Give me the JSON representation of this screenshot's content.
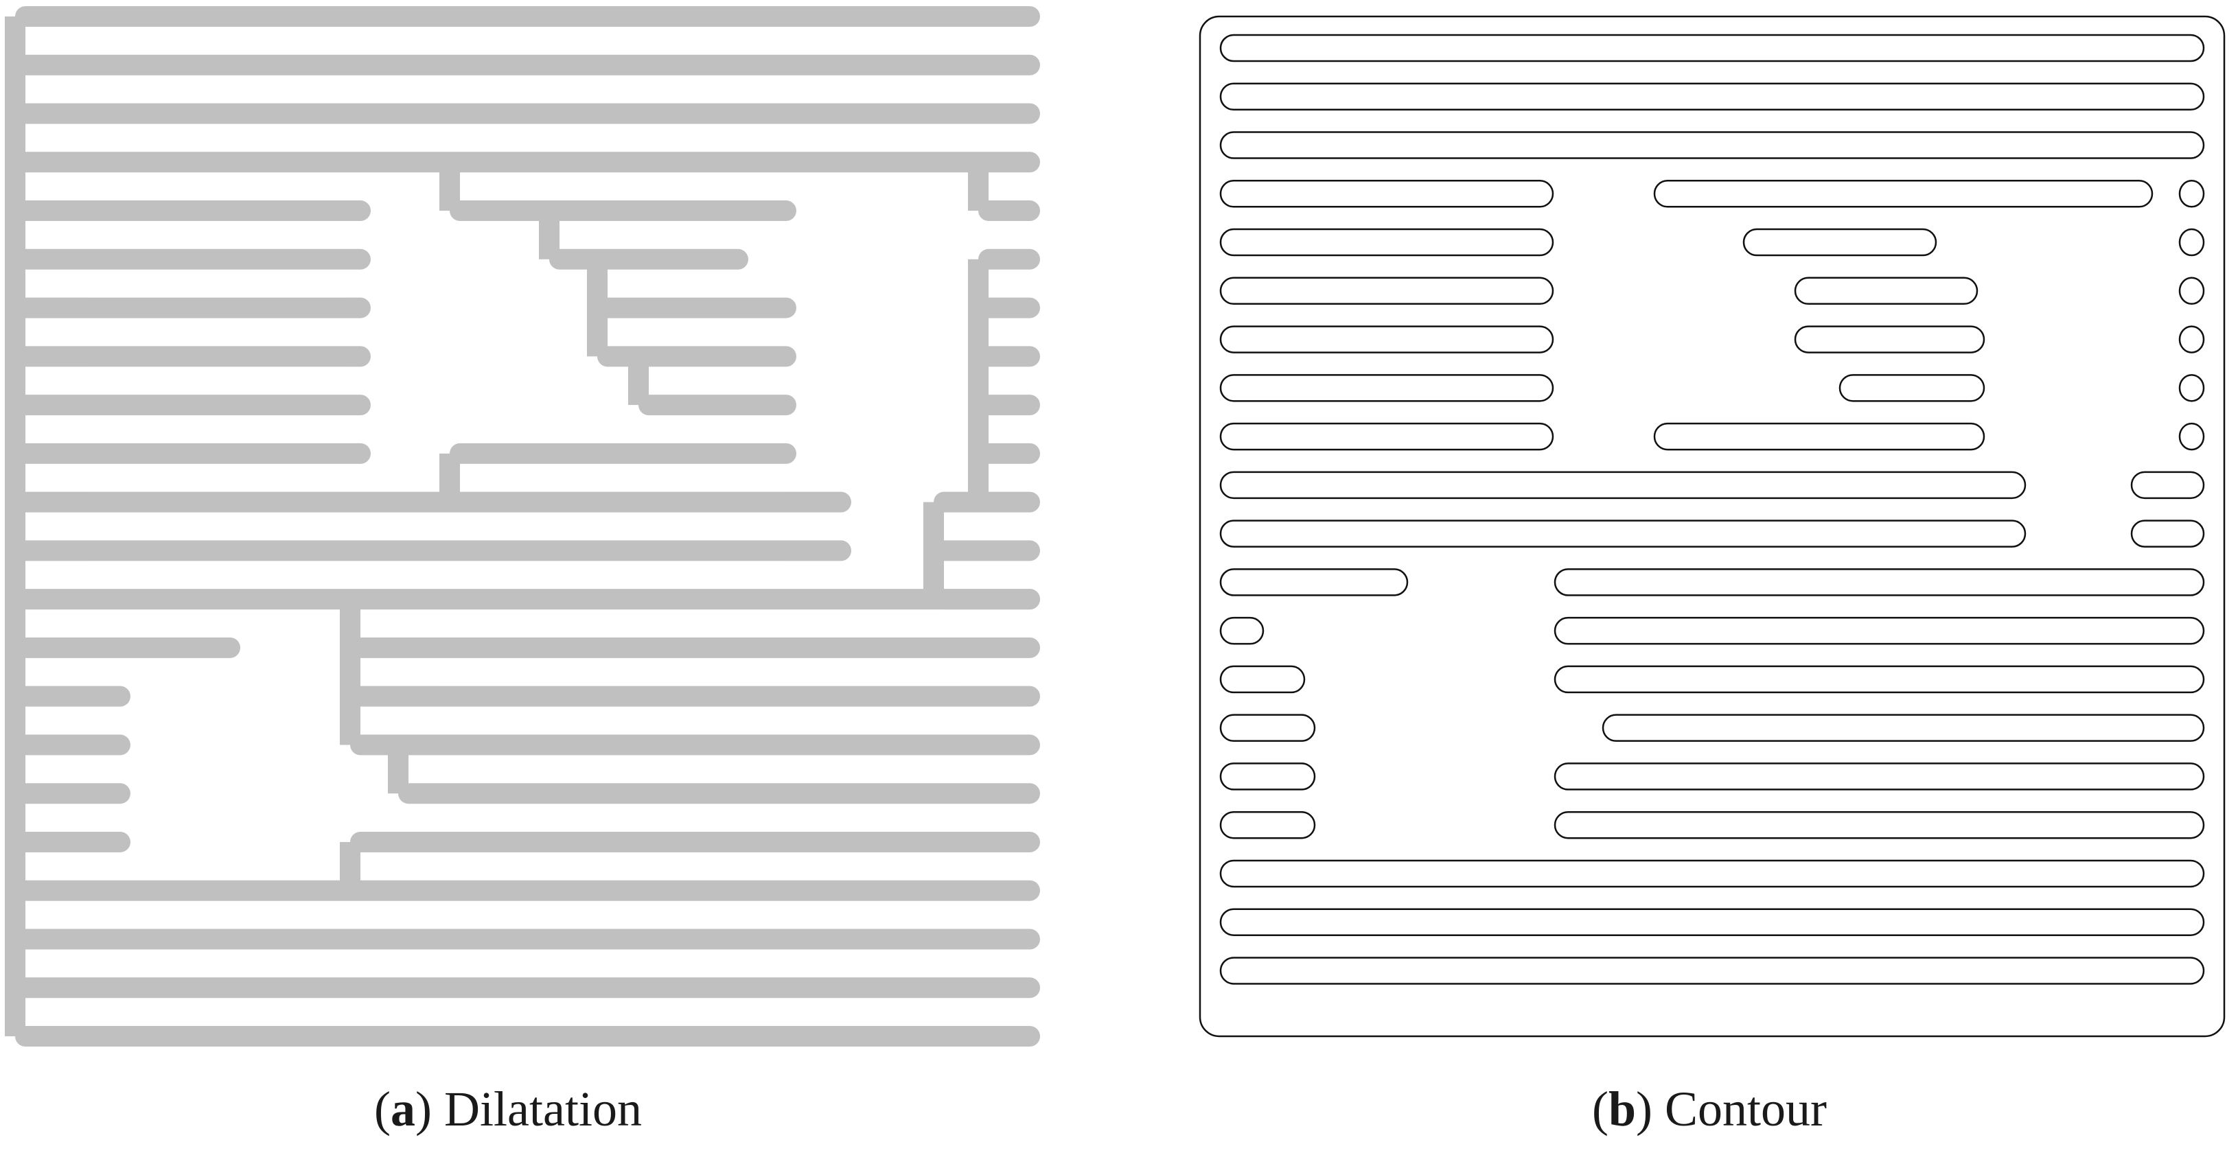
{
  "panels": [
    {
      "letter": "a",
      "label": "Dilatation",
      "style": "filled",
      "fill_color": "#c0c0c0"
    },
    {
      "letter": "b",
      "label": "Contour",
      "style": "outline",
      "stroke_color": "#111111"
    }
  ]
}
